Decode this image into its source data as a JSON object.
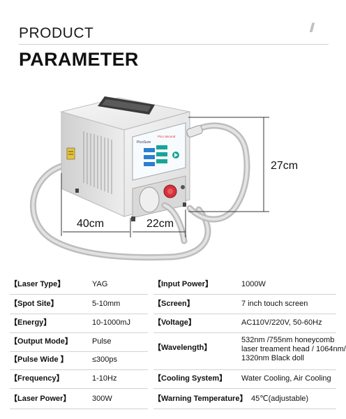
{
  "header": {
    "line1": "PRODUCT",
    "line2": "PARAMETER",
    "slash_mark": "//"
  },
  "dimensions": {
    "height": "27cm",
    "depth": "40cm",
    "width": "22cm"
  },
  "device": {
    "brand": "PicoSure",
    "screen_label": "Pico Second"
  },
  "colors": {
    "accent": "#d8323a",
    "screen_blue": "#2b7fd0",
    "screen_teal": "#18a59a",
    "body_grey": "#e4e4e4"
  },
  "parameters": [
    {
      "label": "【Laser Type】",
      "value": "YAG"
    },
    {
      "label": "【Spot Site】",
      "value": "5-10mm"
    },
    {
      "label": "【Energy】",
      "value": "10-1000mJ"
    },
    {
      "label": "【Output Mode】",
      "value": "Pulse"
    },
    {
      "label": "【Pulse Wide 】",
      "value": "≤300ps"
    },
    {
      "label": "【Frequency】",
      "value": "1-10Hz"
    },
    {
      "label": "【Laser Power】",
      "value": "300W"
    },
    {
      "label": "【Input Power】",
      "value": "1000W"
    },
    {
      "label": "【Screen】",
      "value": "7 inch touch screen"
    },
    {
      "label": "【Voltage】",
      "value": "AC110V/220V, 50-60Hz"
    },
    {
      "label": "【Wavelength】",
      "value": "532nm /755nm honeycomb laser treament head / 1064nm/ 1320nm Black doll"
    },
    {
      "label": "【Cooling System】",
      "value": "Water Cooling, Air Cooling"
    },
    {
      "label": "【Warning Temperature】",
      "value": "45℃(adjustable)"
    }
  ]
}
